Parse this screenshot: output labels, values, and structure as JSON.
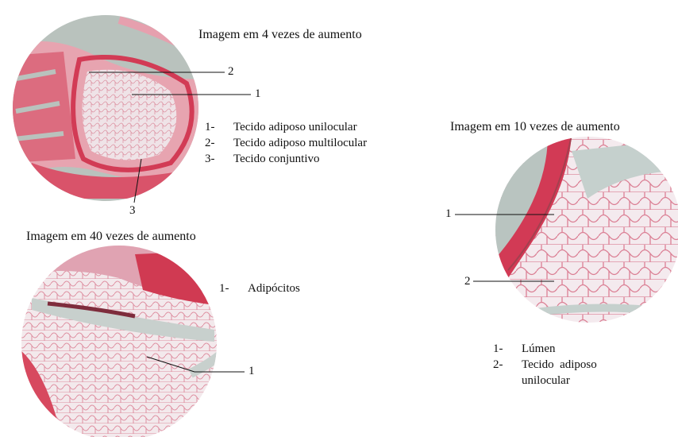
{
  "panel_4x": {
    "title": "Imagem em 4 vezes de aumento",
    "callouts": [
      "2",
      "1",
      "3"
    ],
    "legend": [
      {
        "num": "1-",
        "text": "Tecido adiposo unilocular"
      },
      {
        "num": "2-",
        "text": "Tecido adiposo multilocular"
      },
      {
        "num": "3-",
        "text": "Tecido conjuntivo"
      }
    ]
  },
  "panel_10x": {
    "title": "Imagem em 10 vezes de aumento",
    "callouts": [
      "1",
      "2"
    ],
    "legend": [
      {
        "num": "1-",
        "text": "Lúmen"
      },
      {
        "num": "2-",
        "text": "Tecido  adiposo"
      },
      {
        "num": "",
        "text": "unilocular"
      }
    ]
  },
  "panel_40x": {
    "title": "Imagem em 40 vezes de aumento",
    "callouts": [
      "1"
    ],
    "legend": [
      {
        "num": "1-",
        "text": "Adipócitos"
      }
    ]
  },
  "colors": {
    "stain_pink": "#e2899b",
    "stain_red": "#d4344f",
    "background_gray": "#b9c2bd",
    "adipose_white": "#f1e6ea"
  }
}
